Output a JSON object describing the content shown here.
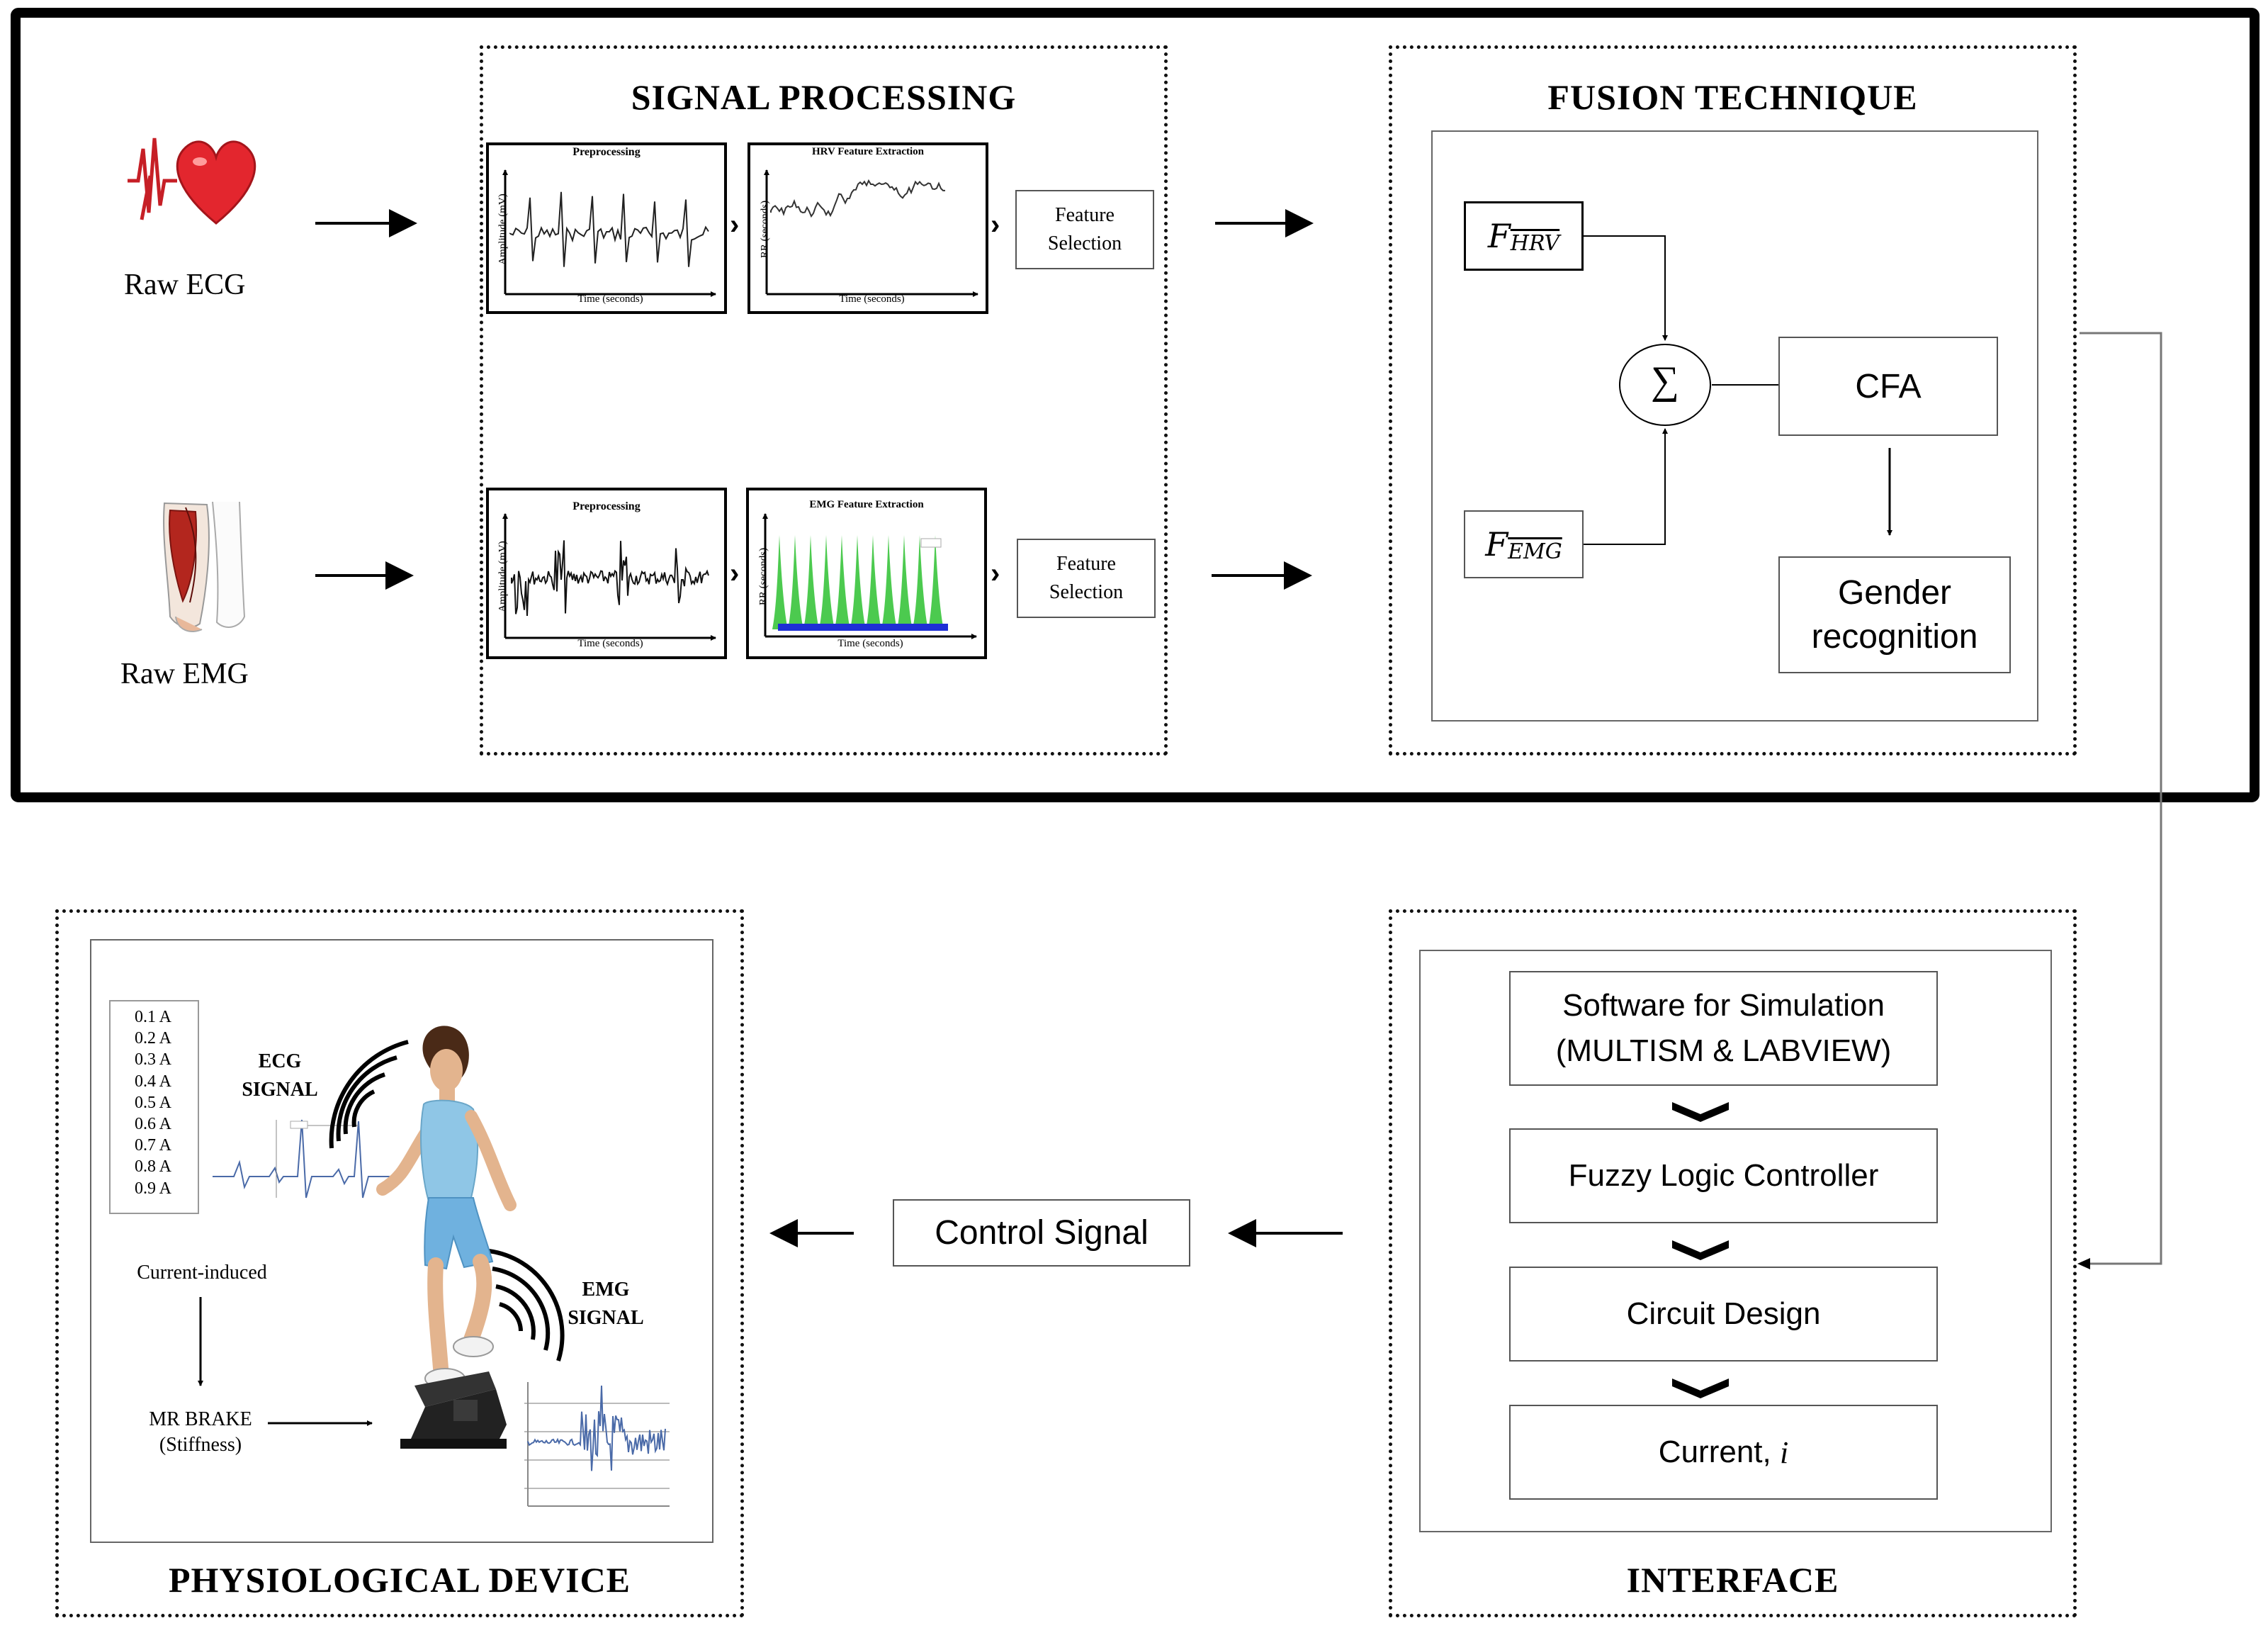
{
  "top": {
    "ecg_label": "Raw ECG",
    "emg_label": "Raw EMG"
  },
  "signal_processing": {
    "title": "SIGNAL PROCESSING",
    "ecg_pre": {
      "title": "Preprocessing",
      "ylabel": "Amplitude (mV)",
      "xlabel": "Time (seconds)"
    },
    "ecg_feat": {
      "title": "HRV Feature Extraction",
      "ylabel": "RR (seconds)",
      "xlabel": "Time (seconds)"
    },
    "emg_pre": {
      "title": "Preprocessing",
      "ylabel": "Amplitude (mV)",
      "xlabel": "Time (seconds)"
    },
    "emg_feat": {
      "title": "EMG Feature Extraction",
      "ylabel": "RR (seconds)",
      "xlabel": "Time (seconds)"
    },
    "feature_selection_1": "Feature",
    "feature_selection_2": "Selection"
  },
  "fusion": {
    "title": "FUSION TECHNIQUE",
    "f_hrv_base": "F",
    "f_hrv_sub": "HRV",
    "f_emg_base": "F",
    "f_emg_sub": "EMG",
    "sum_symbol": "∑",
    "cfa": "CFA",
    "gender_1": "Gender",
    "gender_2": "recognition"
  },
  "interface": {
    "title": "INTERFACE",
    "software_1": "Software for Simulation",
    "software_2": "(MULTISM & LABVIEW)",
    "fuzzy": "Fuzzy Logic Controller",
    "circuit": "Circuit Design",
    "current_prefix": "Current, ",
    "current_var": "i"
  },
  "control_signal": "Control Signal",
  "device": {
    "title": "PHYSIOLOGICAL DEVICE",
    "currents": [
      "0.1 A",
      "0.2 A",
      "0.3 A",
      "0.4 A",
      "0.5 A",
      "0.6 A",
      "0.7 A",
      "0.8 A",
      "0.9 A"
    ],
    "ecg_signal_1": "ECG",
    "ecg_signal_2": "SIGNAL",
    "emg_signal_1": "EMG",
    "emg_signal_2": "SIGNAL",
    "current_induced": "Current-induced",
    "mr_brake_1": "MR BRAKE",
    "mr_brake_2": "(Stiffness)"
  },
  "colors": {
    "heart": "#e3262e",
    "muscle": "#b3261e",
    "green_peaks": "#39c43c",
    "blue_base": "#1e2fd6",
    "shirt": "#8fc6e6",
    "emg_trace": "#4a6aa8"
  }
}
